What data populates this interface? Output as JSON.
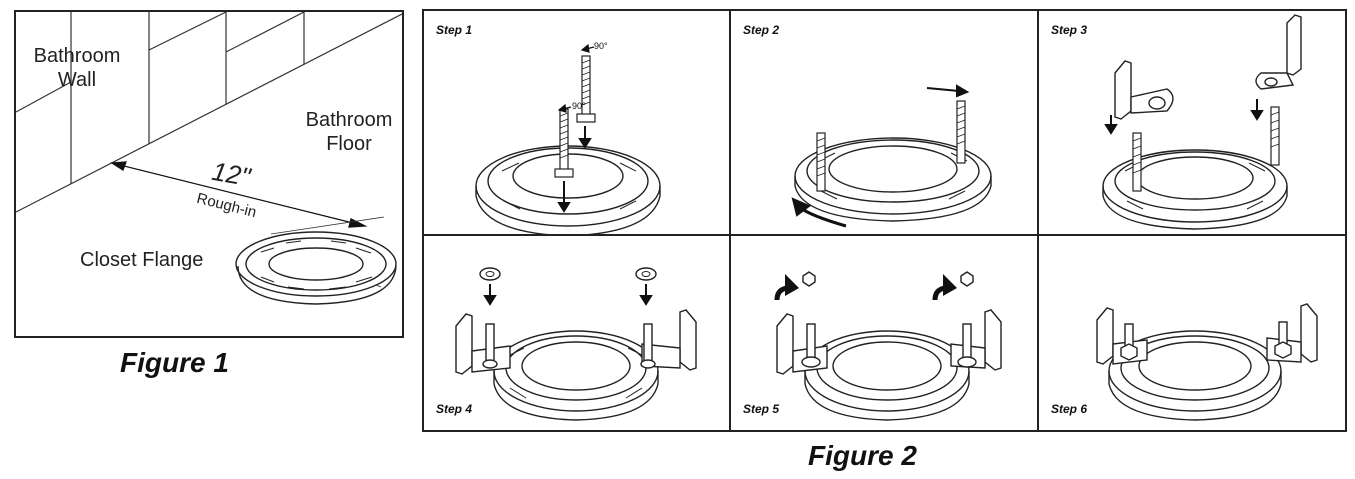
{
  "figure1": {
    "caption": "Figure 1",
    "labels": {
      "bathroom_wall": [
        "Bathroom",
        "Wall"
      ],
      "bathroom_floor": [
        "Bathroom",
        "Floor"
      ],
      "distance": "12\"",
      "rough_in": "Rough-in",
      "closet_flange": "Closet Flange"
    }
  },
  "figure2": {
    "caption": "Figure 2",
    "steps": [
      {
        "label": "Step 1",
        "annotations": [
          "90°",
          "90°"
        ]
      },
      {
        "label": "Step 2"
      },
      {
        "label": "Step 3"
      },
      {
        "label": "Step 4"
      },
      {
        "label": "Step 5"
      },
      {
        "label": "Step 6"
      }
    ]
  }
}
